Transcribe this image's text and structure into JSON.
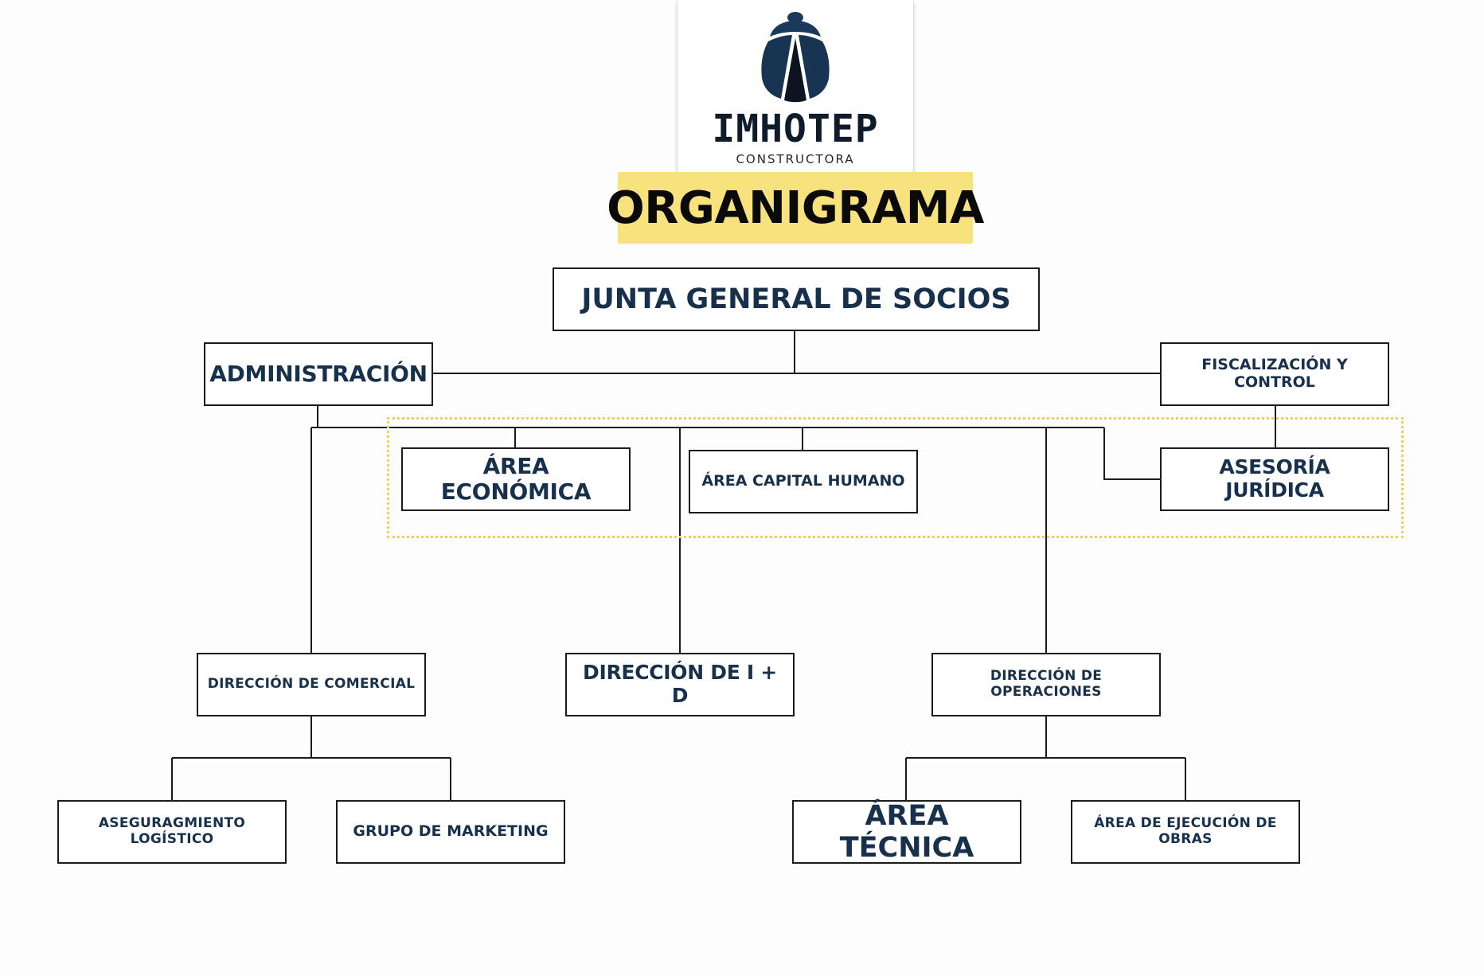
{
  "logo": {
    "name": "IMHOTEP",
    "subtitle": "CONSTRUCTORA"
  },
  "title": "ORGANIGRAMA",
  "nodes": {
    "junta": "JUNTA GENERAL DE SOCIOS",
    "administracion": "ADMINISTRACIÓN",
    "fiscalizacion": "FISCALIZACIÓN Y CONTROL",
    "area_economica": "ÁREA ECONÓMICA",
    "area_capital_humano": "ÁREA CAPITAL HUMANO",
    "asesoria_juridica": "ASESORÍA JURÍDICA",
    "direccion_comercial": "DIRECCIÓN DE COMERCIAL",
    "direccion_id": "DIRECCIÓN DE I + D",
    "direccion_operaciones": "DIRECCIÓN DE OPERACIONES",
    "aseguramiento_logistico": "ASEGURAGMIENTO LOGÍSTICO",
    "grupo_marketing": "GRUPO DE MARKETING",
    "area_tecnica": "ÁREA TÉCNICA",
    "area_ejecucion_obras": "ÁREA DE EJECUCIÓN DE OBRAS"
  },
  "colors": {
    "title_band": "#f8e27e",
    "node_text": "#17314d",
    "logo_navy": "#1a3a5c",
    "group_border": "#f0cf58"
  }
}
